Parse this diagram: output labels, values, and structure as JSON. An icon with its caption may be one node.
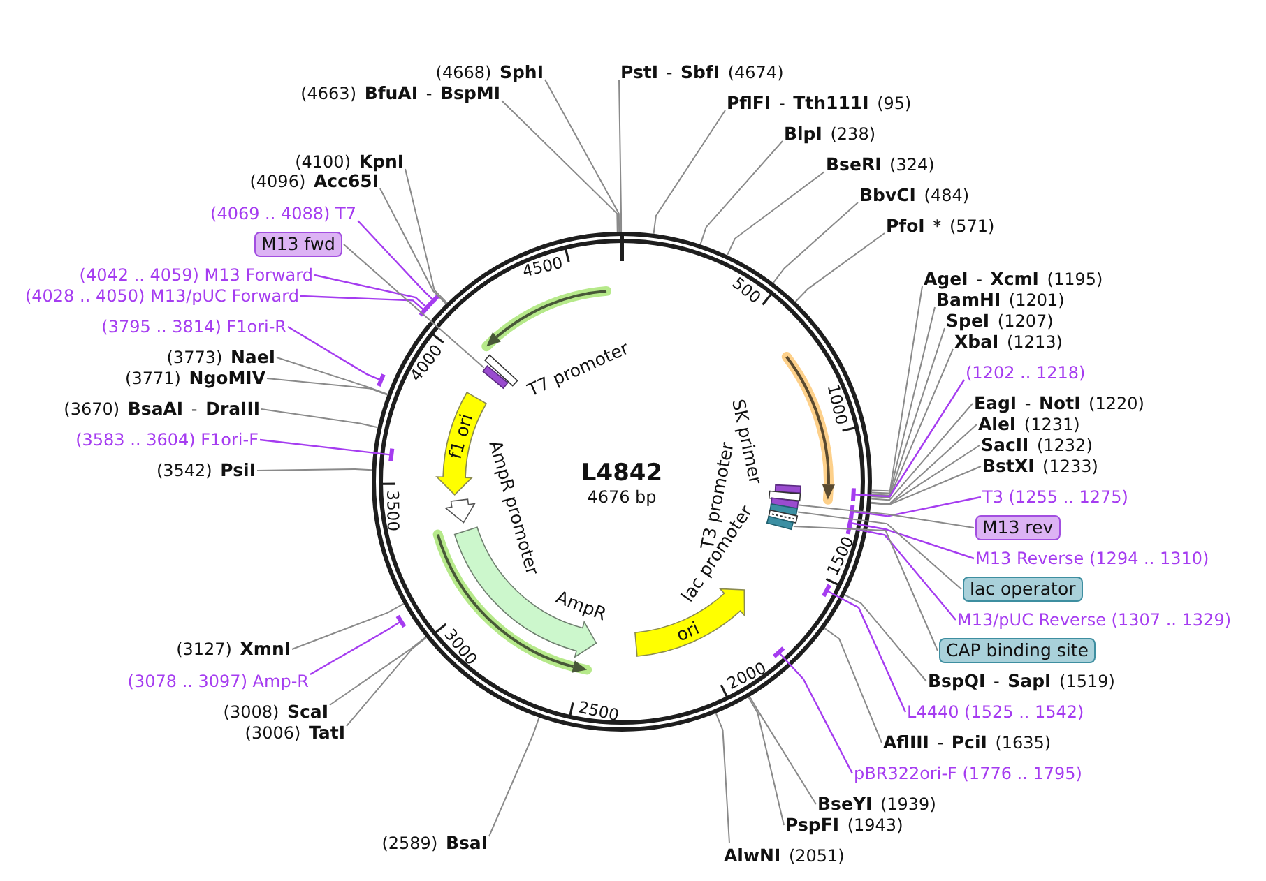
{
  "diagram": {
    "nodes": [
      {
        "text": [
          "L4842",
          "4676 bp"
        ]
      },
      {
        "text": [],
        "shape": "arrow",
        "in": 0
      },
      {
        "text": [],
        "shape": "bar",
        "beside": [
          "T7 promoter"
        ],
        "in": 0
      },
      {
        "text": [],
        "shape": "bar",
        "in": 0
      },
      {
        "text": [
          "f1 ori"
        ],
        "in": 0
      },
      {
        "text": [],
        "shape": "arrow",
        "in": 0
      },
      {
        "text": [],
        "shape": "arrow",
        "beside": [
          "AmpR"
        ],
        "in": 0
      },
      {
        "text": [],
        "shape": "arrow",
        "in": 0
      },
      {
        "text": [
          "ori"
        ],
        "in": 0
      },
      {
        "text": [],
        "shape": "arrow",
        "in": 0
      },
      {
        "text": [],
        "shape": "bar",
        "beside": [
          "SK primer"
        ],
        "in": 0
      },
      {
        "text": [],
        "shape": "bar",
        "beside": [
          "T3 promoter"
        ],
        "in": 0
      },
      {
        "text": [],
        "shape": "bar",
        "in": 0
      },
      {
        "text": [],
        "shape": "bar",
        "in": 0
      },
      {
        "text": [],
        "shape": "bar",
        "in": 0
      },
      {
        "text": [],
        "shape": "bar",
        "in": 0
      },
      {
        "text": [
          "**PflFI** - **Tth111I** (95)"
        ]
      },
      {
        "text": [
          "**BlpI** (238)"
        ]
      },
      {
        "text": [
          "**BseRI** (324)"
        ]
      },
      {
        "text": [
          "**BbvCI** (484)"
        ]
      },
      {
        "text": [
          "**PfoI** * (571)"
        ]
      },
      {
        "text": [
          "**AgeI** - **XcmI** (1195)"
        ]
      },
      {
        "text": [
          "**BamHI** (1201)"
        ]
      },
      {
        "text": [
          "**SpeI** (1207)"
        ]
      },
      {
        "text": [
          "**XbaI** (1213)"
        ]
      },
      {
        "text": [
          "(1202 .. 1218)"
        ]
      },
      {
        "text": [
          "**EagI** - **NotI** (1220)"
        ]
      },
      {
        "text": [
          "**AleI** (1231)"
        ]
      },
      {
        "text": [
          "**SacII** (1232)"
        ]
      },
      {
        "text": [
          "**BstXI** (1233)"
        ]
      },
      {
        "text": [
          "T3 (1255 .. 1275)"
        ]
      },
      {
        "text": [
          "M13 rev"
        ]
      },
      {
        "text": [
          "M13 Reverse (1294 .. 1310)"
        ]
      },
      {
        "text": [
          "lac operator"
        ]
      },
      {
        "text": [
          "M13/pUC Reverse (1307 .. 1329)"
        ]
      },
      {
        "text": [
          "CAP binding site"
        ]
      },
      {
        "text": [
          "**BspQI** - **SapI** (1519)"
        ]
      },
      {
        "text": [
          "L4440 (1525 .. 1542)"
        ]
      },
      {
        "text": [
          "**AflIII** - **PciI** (1635)"
        ]
      },
      {
        "text": [
          "pBR322ori-F (1776 .. 1795)"
        ]
      },
      {
        "text": [
          "**BseYI** (1939)"
        ]
      },
      {
        "text": [
          "**PspFI** (1943)"
        ]
      },
      {
        "text": [
          "**AlwNI** (2051)"
        ]
      },
      {
        "text": [
          "(2589) **BsaI**"
        ]
      },
      {
        "text": [
          "(3006) **TatI**"
        ]
      },
      {
        "text": [
          "(3008) **ScaI**"
        ]
      },
      {
        "text": [
          "(3078 .. 3097) Amp-R"
        ]
      },
      {
        "text": [
          "(3127) **XmnI**"
        ]
      },
      {
        "text": [
          "(3542) **PsiI**"
        ]
      },
      {
        "text": [
          "(3583 .. 3604) F1ori-F"
        ]
      },
      {
        "text": [
          "(3670) **BsaAI** - **DraIII**"
        ]
      },
      {
        "text": [
          "(3771) **NgoMIV**"
        ]
      },
      {
        "text": [
          "(3773) **NaeI**"
        ]
      },
      {
        "text": [
          "(3795 .. 3814) F1ori-R"
        ]
      },
      {
        "text": [
          "(4028 .. 4050) M13/pUC Forward"
        ]
      },
      {
        "text": [
          "(4042 .. 4059) M13 Forward"
        ]
      },
      {
        "text": [
          "M13 fwd"
        ]
      },
      {
        "text": [
          "(4069 .. 4088) T7"
        ]
      },
      {
        "text": [
          "(4096) **Acc65I**"
        ]
      },
      {
        "text": [
          "(4100) **KpnI**"
        ]
      },
      {
        "text": [
          "(4663) **BfuAI** - **BspMI**"
        ]
      },
      {
        "text": [
          "(4668) **SphI**"
        ]
      },
      {
        "text": [
          "**PstI** - **SbfI** (4674)"
        ]
      }
    ],
    "edges": [
      {
        "from": 16,
        "to": 0,
        "arrow": "none"
      },
      {
        "from": 17,
        "to": 0,
        "arrow": "none"
      },
      {
        "from": 18,
        "to": 0,
        "arrow": "none"
      },
      {
        "from": 19,
        "to": 0,
        "arrow": "none"
      },
      {
        "from": 20,
        "to": 0,
        "arrow": "none"
      },
      {
        "from": 21,
        "to": 0,
        "arrow": "none"
      },
      {
        "from": 22,
        "to": 0,
        "arrow": "none"
      },
      {
        "from": 23,
        "to": 0,
        "arrow": "none"
      },
      {
        "from": 24,
        "to": 0,
        "arrow": "none"
      },
      {
        "from": 25,
        "to": 0,
        "arrow": "other",
        "color": "#a53cf0"
      },
      {
        "from": 26,
        "to": 0,
        "arrow": "none"
      },
      {
        "from": 27,
        "to": 0,
        "arrow": "none"
      },
      {
        "from": 28,
        "to": 0,
        "arrow": "none"
      },
      {
        "from": 29,
        "to": 0,
        "arrow": "none"
      },
      {
        "from": 30,
        "to": 0,
        "arrow": "other",
        "color": "#a53cf0"
      },
      {
        "from": 31,
        "to": 12,
        "arrow": "none"
      },
      {
        "from": 32,
        "to": 0,
        "arrow": "other",
        "color": "#a53cf0"
      },
      {
        "from": 33,
        "to": 13,
        "arrow": "none"
      },
      {
        "from": 34,
        "to": 0,
        "arrow": "other",
        "color": "#a53cf0"
      },
      {
        "from": 35,
        "to": 15,
        "arrow": "none"
      },
      {
        "from": 36,
        "to": 0,
        "arrow": "none"
      },
      {
        "from": 37,
        "to": 0,
        "arrow": "other",
        "color": "#a53cf0"
      },
      {
        "from": 38,
        "to": 0,
        "arrow": "none"
      },
      {
        "from": 39,
        "to": 0,
        "arrow": "other",
        "color": "#a53cf0"
      },
      {
        "from": 40,
        "to": 0,
        "arrow": "none"
      },
      {
        "from": 41,
        "to": 0,
        "arrow": "none"
      },
      {
        "from": 42,
        "to": 0,
        "arrow": "none"
      },
      {
        "from": 43,
        "to": 0,
        "arrow": "none"
      },
      {
        "from": 44,
        "to": 0,
        "arrow": "none"
      },
      {
        "from": 45,
        "to": 0,
        "arrow": "none"
      },
      {
        "from": 46,
        "to": 0,
        "arrow": "other",
        "color": "#a53cf0"
      },
      {
        "from": 47,
        "to": 0,
        "arrow": "none"
      },
      {
        "from": 48,
        "to": 0,
        "arrow": "none"
      },
      {
        "from": 49,
        "to": 0,
        "arrow": "other",
        "color": "#a53cf0"
      },
      {
        "from": 50,
        "to": 0,
        "arrow": "none"
      },
      {
        "from": 51,
        "to": 0,
        "arrow": "none"
      },
      {
        "from": 52,
        "to": 0,
        "arrow": "none"
      },
      {
        "from": 53,
        "to": 0,
        "arrow": "other",
        "color": "#a53cf0"
      },
      {
        "from": 54,
        "to": 0,
        "arrow": "other",
        "color": "#a53cf0"
      },
      {
        "from": 55,
        "to": 0,
        "arrow": "other",
        "color": "#a53cf0"
      },
      {
        "from": 56,
        "to": 3,
        "arrow": "none"
      },
      {
        "from": 57,
        "to": 0,
        "arrow": "other",
        "color": "#a53cf0"
      },
      {
        "from": 58,
        "to": 0,
        "arrow": "none"
      },
      {
        "from": 59,
        "to": 0,
        "arrow": "none"
      },
      {
        "from": 60,
        "to": 0,
        "arrow": "none"
      },
      {
        "from": 61,
        "to": 0,
        "arrow": "none"
      },
      {
        "from": 62,
        "to": 0,
        "arrow": "none"
      }
    ],
    "labels": [
      "500",
      "1000",
      "1500",
      "2000",
      "2500",
      "3000",
      "3500",
      "4000",
      "4500",
      "AmpR promoter",
      "lac promoter"
    ]
  }
}
